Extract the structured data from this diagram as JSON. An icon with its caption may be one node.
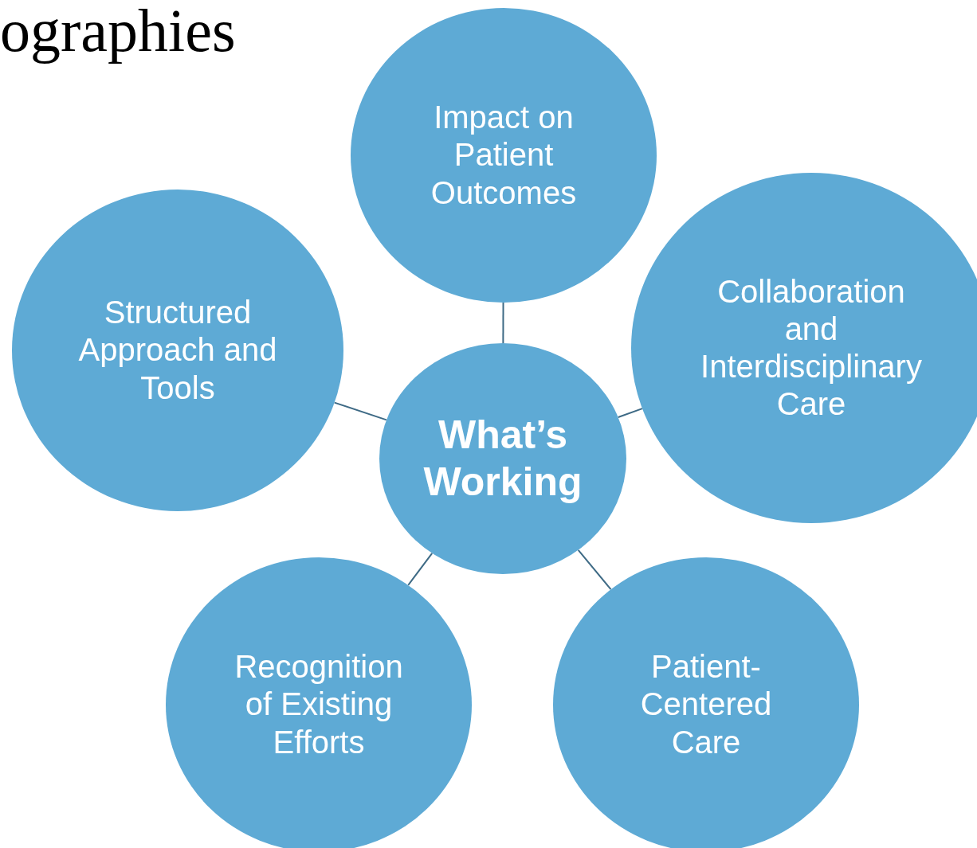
{
  "diagram": {
    "title": "ographies",
    "nodes": [
      {
        "text": [
          "Impact on Patient Outcomes"
        ]
      },
      {
        "text": [
          "Collaboration and Interdisciplinary Care"
        ]
      },
      {
        "text": [
          "Structured Approach and Tools"
        ]
      },
      {
        "text": [
          "What’s Working"
        ]
      },
      {
        "text": [
          "Recognition of Existing Efforts"
        ]
      },
      {
        "text": [
          "Patient-Centered Care"
        ]
      }
    ],
    "edges": [
      {
        "from": 3,
        "to": 0,
        "arrow": "none"
      },
      {
        "from": 3,
        "to": 1,
        "arrow": "none"
      },
      {
        "from": 3,
        "to": 2,
        "arrow": "none"
      },
      {
        "from": 3,
        "to": 4,
        "arrow": "none"
      },
      {
        "from": 3,
        "to": 5,
        "arrow": "none"
      }
    ]
  }
}
